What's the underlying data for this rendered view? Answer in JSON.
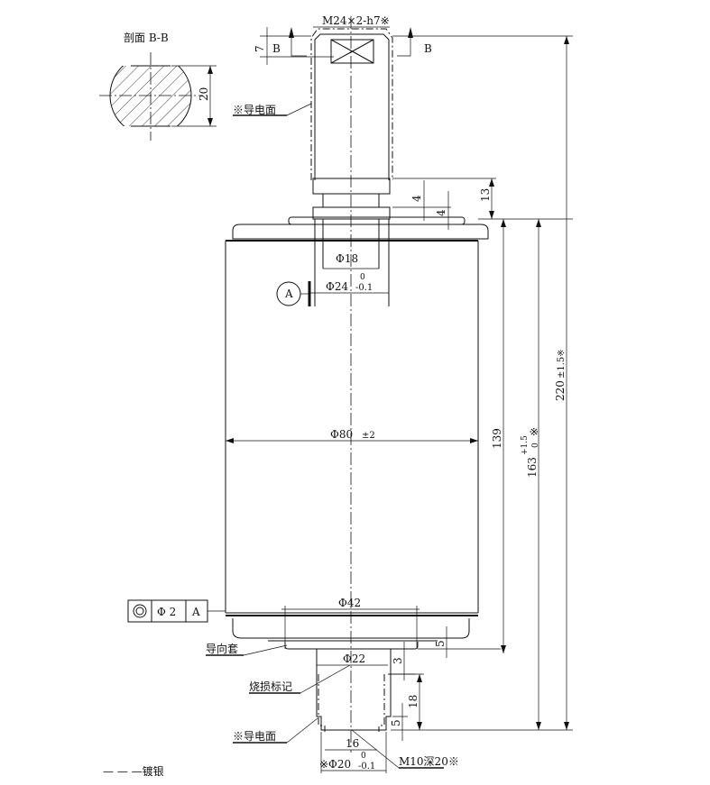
{
  "section": {
    "title": "剖面 B-B",
    "dim": "20"
  },
  "top": {
    "thread": "M24×2-h7※",
    "dim7": "7",
    "cut_label_left": "B",
    "cut_label_right": "B",
    "conductive_surface": "※导电面",
    "dim13": "13",
    "dim4a": "4",
    "dim4b": "4"
  },
  "body": {
    "d18": "Φ18",
    "d24": "Φ24",
    "d24_tol_up": "0",
    "d24_tol_down": "-0.1",
    "datum": "A",
    "d80": "Φ80",
    "d80_tol": "±2",
    "d42": "Φ42"
  },
  "vertical_dims": {
    "h139": "139",
    "h163": "163",
    "h163_tol_up": "+1.5",
    "h163_tol_down": "0",
    "h163_mark": "※",
    "h220": "220",
    "h220_tol": "±1.5※"
  },
  "tolerance_frame": {
    "value": "Φ 2",
    "datum": "A"
  },
  "bottom": {
    "guide_sleeve": "导向套",
    "d22": "Φ22",
    "dim3": "3",
    "burn_mark": "烧损标记",
    "dim18": "18",
    "dim5a": "5",
    "dim5b": "5",
    "conductive_surface": "※导电面",
    "dim16": "16",
    "d20": "※Φ20",
    "d20_tol_up": "0",
    "d20_tol_down": "-0.1",
    "thread_hole": "M10深20※"
  },
  "legend": {
    "silver_plating": "— — —镀银"
  }
}
